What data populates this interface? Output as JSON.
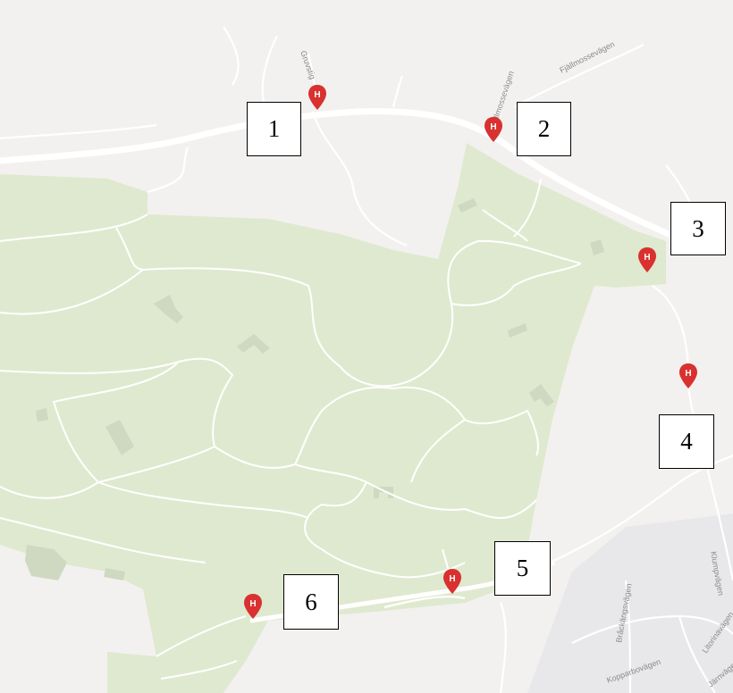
{
  "map": {
    "colors": {
      "land": "#f3f1ef",
      "park": "#dfe9cf",
      "road": "#ffffff",
      "path": "#ffffff",
      "building": "#cfd9c2",
      "urban": "#e8e8ea",
      "pin": "#d8312f"
    },
    "streets": [
      {
        "id": "gruvstig",
        "text": "Gruvstig"
      },
      {
        "id": "fjallmossevagen-1",
        "text": "Fjällmossevägen"
      },
      {
        "id": "fjallmossevagen-2",
        "text": "Fjällmossevägen"
      },
      {
        "id": "brickangsvagen",
        "text": "Bråckängsvägen"
      },
      {
        "id": "klumpvagen",
        "text": "Klumpvägen"
      },
      {
        "id": "kopparbovagen",
        "text": "Kopparbovägen"
      },
      {
        "id": "litorinavagen",
        "text": "Litorinavägen"
      },
      {
        "id": "jarnvagen",
        "text": "Järnvägen"
      }
    ],
    "markers": [
      {
        "id": "1",
        "glyph": "H"
      },
      {
        "id": "2",
        "glyph": "H"
      },
      {
        "id": "3",
        "glyph": "H"
      },
      {
        "id": "4",
        "glyph": "H"
      },
      {
        "id": "5",
        "glyph": "H"
      },
      {
        "id": "6",
        "glyph": "H"
      }
    ],
    "labels": [
      {
        "id": "1",
        "text": "1"
      },
      {
        "id": "2",
        "text": "2"
      },
      {
        "id": "3",
        "text": "3"
      },
      {
        "id": "4",
        "text": "4"
      },
      {
        "id": "5",
        "text": "5"
      },
      {
        "id": "6",
        "text": "6"
      }
    ]
  }
}
